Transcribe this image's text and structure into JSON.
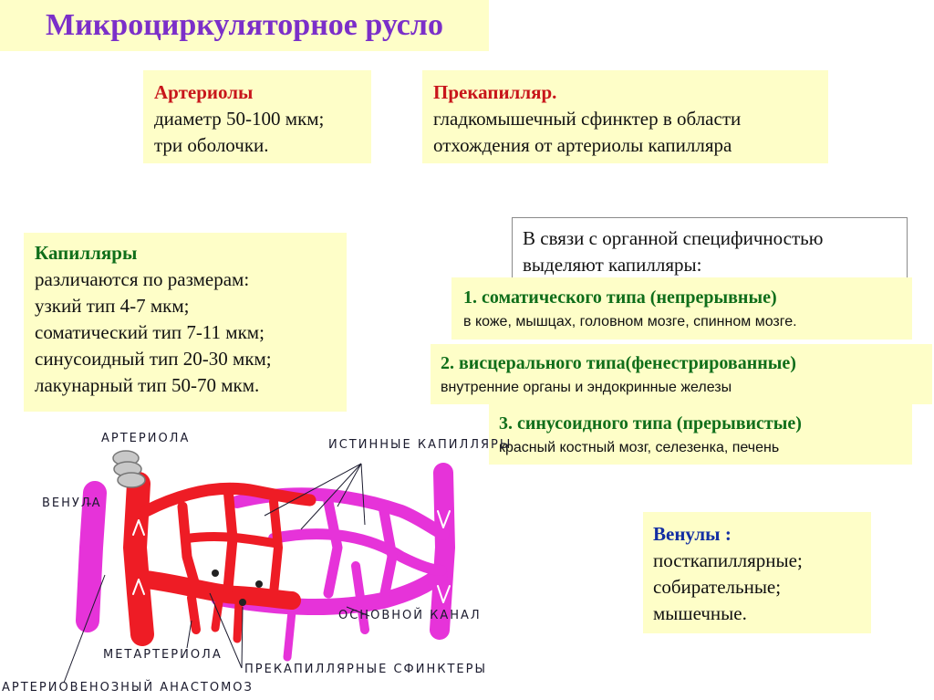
{
  "title": "Микроциркуляторное русло",
  "arterioles": {
    "heading": "Артериолы",
    "lines": [
      "диаметр 50-100 мкм;",
      "три оболочки."
    ]
  },
  "precapillary": {
    "heading": "Прекапилляр.",
    "lines": [
      "гладкомышечный сфинктер в области",
      "отхождения от артериолы капилляра"
    ]
  },
  "capillaries": {
    "heading": "Капилляры",
    "lines": [
      "различаются по размерам:",
      "узкий тип 4-7 мкм;",
      "соматический тип 7-11 мкм;",
      "синусоидный тип 20-30 мкм;",
      "лакунарный тип 50-70 мкм."
    ]
  },
  "organ_note": {
    "lines": [
      "В связи с органной специфичностью",
      "выделяют  капилляры:"
    ]
  },
  "types": [
    {
      "heading": "1.   соматического типа (непрерывные)",
      "desc": "в коже, мышцах, головном мозге, спинном мозге."
    },
    {
      "heading": "2. висцерального типа(фенестрированные)",
      "desc": "внутренние органы и эндокринные железы"
    },
    {
      "heading": "3. синусоидного типа  (прерывистые)",
      "desc": "красный костный мозг, селезенка, печень"
    }
  ],
  "venules": {
    "heading": "Венулы :",
    "lines": [
      "посткапиллярные;",
      "собирательные;",
      "мышечные."
    ]
  },
  "diagram_labels": {
    "arteriole": "АРТЕРИОЛА",
    "venule": "ВЕНУЛА",
    "true_capillaries": "ИСТИННЫЕ КАПИЛЛЯРЫ",
    "main_channel": "ОСНОВНОЙ КАНАЛ",
    "metarteriole": "МЕТАРТЕРИОЛА",
    "precapillary_sphincters": "ПРЕКАПИЛЛЯРНЫЕ СФИНКТЕРЫ",
    "av_anastomosis": "АРТЕРИОВЕНОЗНЫЙ АНАСТОМОЗ"
  },
  "colors": {
    "title": "#7b2fc9",
    "box_bg": "#fefec8",
    "red_heading": "#c8151b",
    "green_heading": "#0f6e1a",
    "blue_heading": "#142fa3",
    "arterial": "#ee1c25",
    "venous": "#e633d9"
  }
}
